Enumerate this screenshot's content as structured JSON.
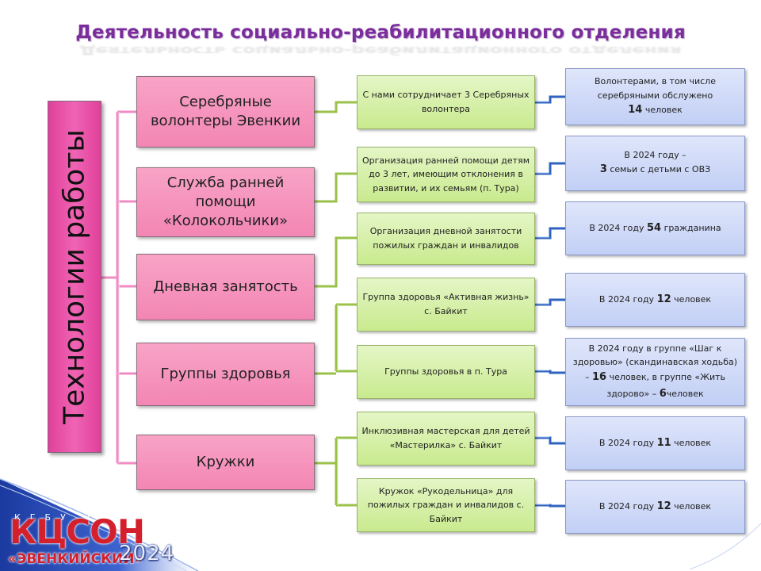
{
  "title": "Деятельность социально-реабилитационного отделения",
  "root_label": "Технологии работы",
  "categories": [
    {
      "label": "Серебряные волонтеры Эвенкии"
    },
    {
      "label": "Служба ранней помощи «Колокольчики»"
    },
    {
      "label": "Дневная занятость"
    },
    {
      "label": "Группы здоровья"
    },
    {
      "label": "Кружки"
    }
  ],
  "activities": [
    {
      "text": "С нами сотрудничает 3 Серебряных волонтера"
    },
    {
      "text": "Организация ранней помощи детям до 3 лет, имеющим отклонения в развитии, и их семьям (п. Тура)"
    },
    {
      "text": "Организация дневной занятости пожилых граждан и инвалидов"
    },
    {
      "text": "Группа здоровья «Активная жизнь» с. Байкит"
    },
    {
      "text": "Группы здоровья в п. Тура"
    },
    {
      "text": "Инклюзивная мастерская для детей «Мастерилка» с. Байкит"
    },
    {
      "text": "Кружок «Рукодельница» для пожилых граждан и инвалидов с. Байкит"
    }
  ],
  "results": [
    {
      "pre": "Волонтерами, в том числе серебряными обслужено\n",
      "num": "14",
      "post": " человек"
    },
    {
      "pre": "В 2024 году –\n",
      "num": "3",
      "post": " семьи с детьми с ОВЗ"
    },
    {
      "pre": "В 2024 году ",
      "num": "54",
      "post": " гражданина"
    },
    {
      "pre": "В 2024 году ",
      "num": "12",
      "post": " человек"
    },
    {
      "pre": "В 2024 году в группе «Шаг к здоровью» (скандинавская ходьба) – ",
      "num": "16",
      "post": " человек, в группе «Жить здорово» – ",
      "num2": "6",
      "post2": "человек"
    },
    {
      "pre": "В 2024 году ",
      "num": "11",
      "post": " человек"
    },
    {
      "pre": "В 2024 году ",
      "num": "12",
      "post": " человек"
    }
  ],
  "logo": {
    "small_text": "КГБУ СО",
    "main_text": "КЦСОН",
    "sub_text": "«ЭВЕНКИЙСКИЙ»",
    "year": "2024"
  },
  "colors": {
    "title": "#7b2d9c",
    "root_fill": "#e94ba6",
    "category_fill": "#f692bd",
    "activity_fill": "#d6f0a8",
    "result_fill": "#cdd8f7",
    "pink_connector": "#f08bc3",
    "green_connector": "#9ac24a",
    "blue_connector": "#2f63c0",
    "logo_red": "#d4202c",
    "logo_band": "#1f3fa8"
  }
}
